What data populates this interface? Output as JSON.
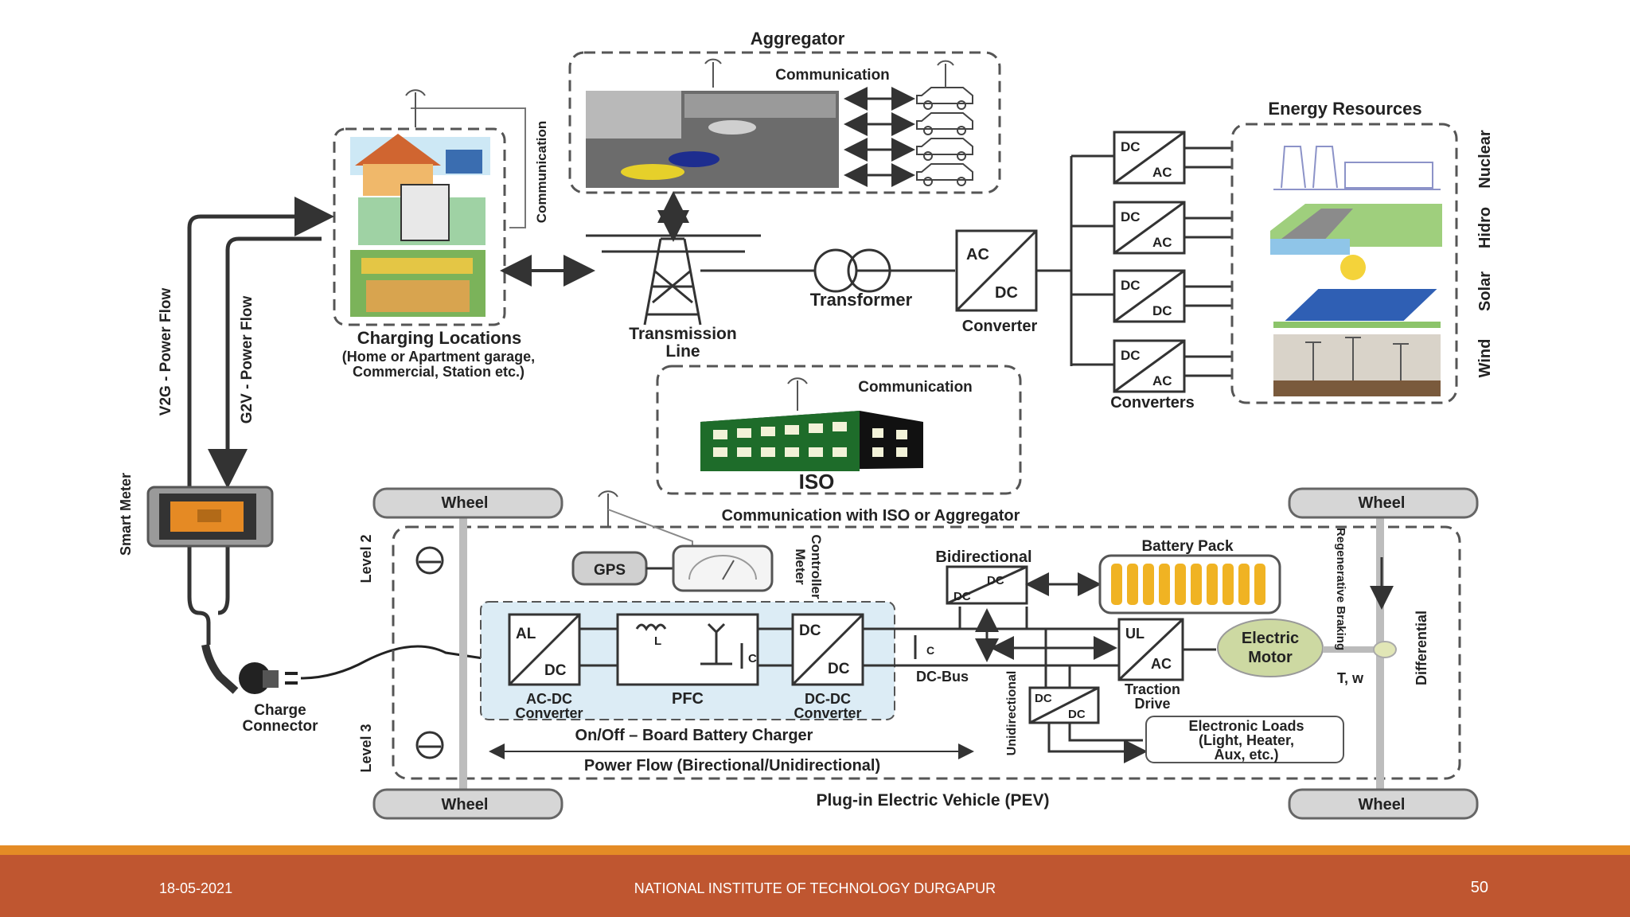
{
  "labels": {
    "aggregator": "Aggregator",
    "communication_agg": "Communication",
    "communication_side": "Communication",
    "energy_resources": "Energy Resources",
    "nuclear": "Nuclear",
    "hidro": "Hidro",
    "solar": "Solar",
    "wind": "Wind",
    "dc": "DC",
    "ac": "AC",
    "converters": "Converters",
    "converter": "Converter",
    "transformer": "Transformer",
    "transmission_line_1": "Transmission",
    "transmission_line_2": "Line",
    "charging_locations": "Charging Locations",
    "charging_sub1": "(Home or Apartment garage,",
    "charging_sub2": "Commercial, Station etc.)",
    "communication_iso": "Communication",
    "iso": "ISO",
    "v2g": "V2G - Power Flow",
    "g2v": "G2V - Power Flow",
    "smart_meter": "Smart Meter",
    "charge_connector_1": "Charge",
    "charge_connector_2": "Connector",
    "wheel": "Wheel",
    "level2": "Level 2",
    "level3": "Level 3",
    "comm_iso_agg": "Communication with ISO or Aggregator",
    "gps": "GPS",
    "controller": "Controller",
    "meter": "Meter",
    "bidirectional": "Bidirectional",
    "battery_pack": "Battery Pack",
    "regenerative_braking": "Regenerative Braking",
    "differential": "Differential",
    "ac_dc_conv_1": "AC-DC",
    "ac_dc_conv_2": "Converter",
    "pfc": "PFC",
    "dc_dc_conv_1": "DC-DC",
    "dc_dc_conv_2": "Converter",
    "dc_bus": "DC-Bus",
    "unidirectional": "Unidirectional",
    "traction_1": "Traction",
    "traction_2": "Drive",
    "electric_motor_1": "Electric",
    "electric_motor_2": "Motor",
    "tw": "T, w",
    "loads_1": "Electronic Loads",
    "loads_2": "(Light, Heater,",
    "loads_3": "Aux, etc.)",
    "onboard": "On/Off – Board Battery Charger",
    "power_flow": "Power Flow (Birectional/Unidirectional)",
    "pev": "Plug-in Electric Vehicle (PEV)",
    "al": "AL",
    "ul": "UL",
    "l": "L",
    "c": "C"
  },
  "footer": {
    "date": "18-05-2021",
    "institute": "NATIONAL INSTITUTE OF TECHNOLOGY DURGAPUR",
    "page": "50"
  },
  "colors": {
    "footer_bg": "#bf5630",
    "footer_line": "#e48b25"
  }
}
